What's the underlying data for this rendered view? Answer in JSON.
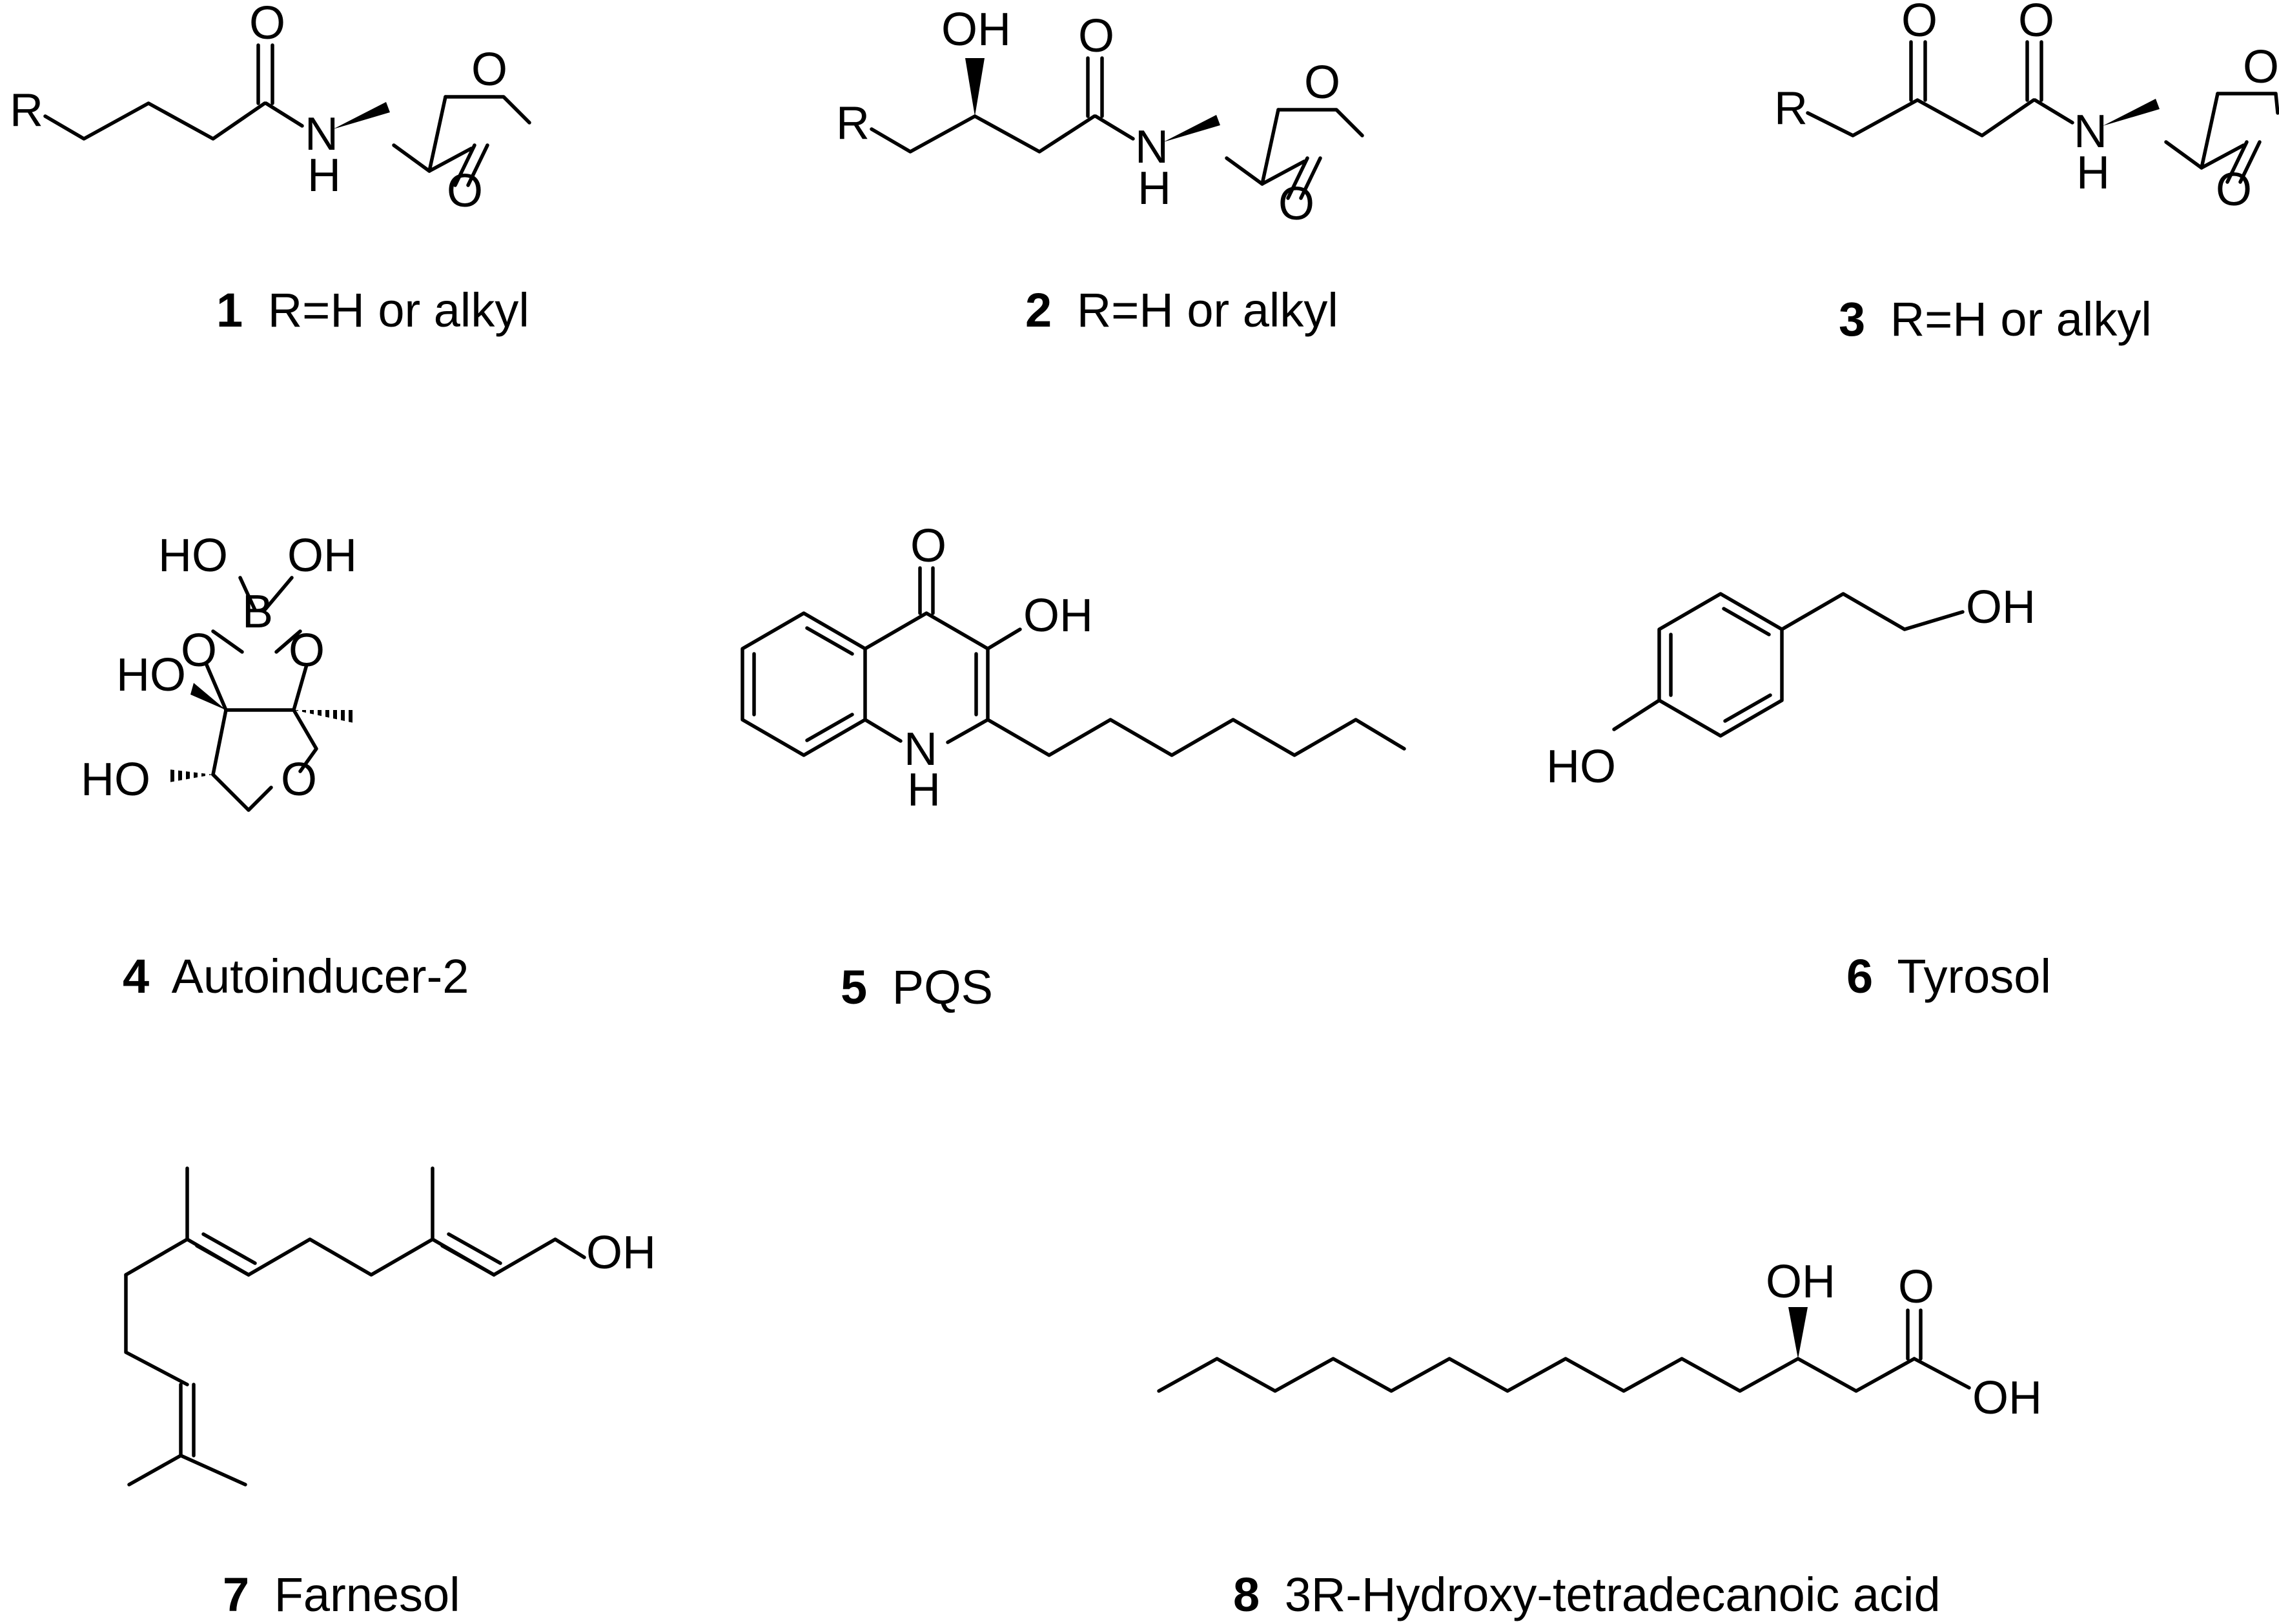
{
  "structures": [
    {
      "number": "1",
      "caption": "R=H or alkyl",
      "atoms": {
        "r": "R",
        "o_carbonyl": "O",
        "nh_n": "N",
        "nh_h": "H",
        "o_ring": "O",
        "o_lactone": "O"
      }
    },
    {
      "number": "2",
      "caption": "R=H or alkyl",
      "atoms": {
        "r": "R",
        "oh": "OH",
        "o_carbonyl": "O",
        "nh_n": "N",
        "nh_h": "H",
        "o_ring": "O",
        "o_lactone": "O"
      }
    },
    {
      "number": "3",
      "caption": "R=H or alkyl",
      "atoms": {
        "r": "R",
        "o_keto": "O",
        "o_carbonyl": "O",
        "nh_n": "N",
        "nh_h": "H",
        "o_ring": "O",
        "o_lactone": "O"
      }
    },
    {
      "number": "4",
      "caption": "Autoinducer-2",
      "atoms": {
        "ho_b1": "HO",
        "oh_b2": "OH",
        "b": "B",
        "o_left": "O",
        "o_right": "O",
        "ho_c": "HO",
        "ho_bottom": "HO",
        "o_ring": "O"
      }
    },
    {
      "number": "5",
      "caption": "PQS",
      "atoms": {
        "o_keto": "O",
        "oh": "OH",
        "n": "N",
        "h": "H"
      }
    },
    {
      "number": "6",
      "caption": "Tyrosol",
      "atoms": {
        "oh": "OH",
        "ho": "HO"
      }
    },
    {
      "number": "7",
      "caption": "Farnesol",
      "atoms": {
        "oh": "OH"
      }
    },
    {
      "number": "8",
      "caption": "3R-Hydroxy-tetradecanoic acid",
      "atoms": {
        "oh_top": "OH",
        "o_carbonyl": "O",
        "oh_acid": "OH"
      }
    }
  ]
}
